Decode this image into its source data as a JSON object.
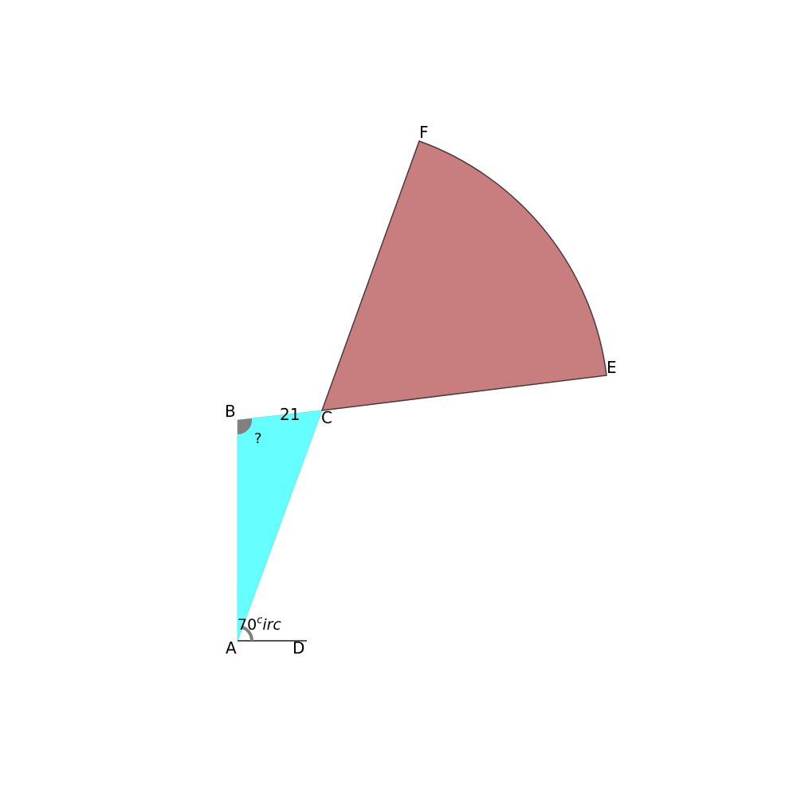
{
  "diagram": {
    "points": {
      "A": "A",
      "B": "B",
      "C": "C",
      "D": "D",
      "E": "E",
      "F": "F"
    },
    "measures": {
      "side_BC": "21",
      "angle_B": "?",
      "angle_A": {
        "value": "70",
        "sup": "c",
        "rest": "irc"
      }
    },
    "colors": {
      "triangle_fill": "#66ffff",
      "triangle_edge": "#5ff0f0",
      "sector_fill": "#c87e7e",
      "sector_edge": "#4a3a3a",
      "marker": "#808080",
      "line": "#555555"
    }
  }
}
